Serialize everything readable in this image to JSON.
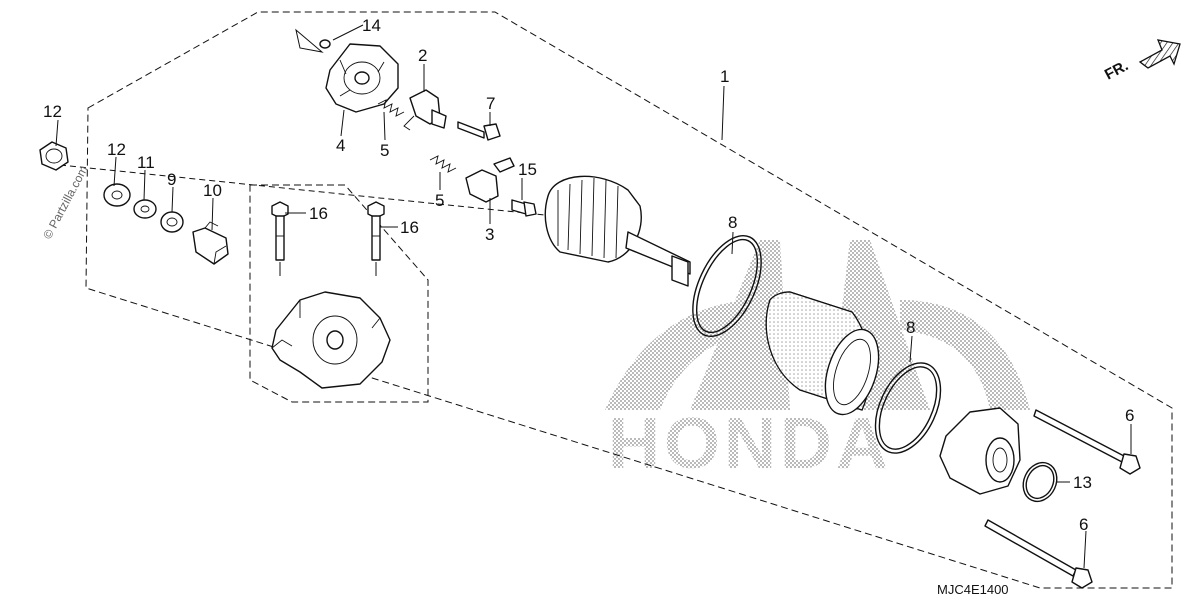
{
  "watermark": "© Partzilla.com",
  "diagram_code": "MJC4E1400",
  "direction_marker": "FR.",
  "brand_watermark": "HONDA",
  "callouts": [
    {
      "id": "c1",
      "label": "1"
    },
    {
      "id": "c2",
      "label": "2"
    },
    {
      "id": "c3",
      "label": "3"
    },
    {
      "id": "c4",
      "label": "4"
    },
    {
      "id": "c5a",
      "label": "5"
    },
    {
      "id": "c5b",
      "label": "5"
    },
    {
      "id": "c6a",
      "label": "6"
    },
    {
      "id": "c6b",
      "label": "6"
    },
    {
      "id": "c7",
      "label": "7"
    },
    {
      "id": "c8a",
      "label": "8"
    },
    {
      "id": "c8b",
      "label": "8"
    },
    {
      "id": "c9",
      "label": "9"
    },
    {
      "id": "c10",
      "label": "10"
    },
    {
      "id": "c11",
      "label": "11"
    },
    {
      "id": "c12a",
      "label": "12"
    },
    {
      "id": "c12b",
      "label": "12"
    },
    {
      "id": "c13",
      "label": "13"
    },
    {
      "id": "c14",
      "label": "14"
    },
    {
      "id": "c15",
      "label": "15"
    },
    {
      "id": "c16a",
      "label": "16"
    },
    {
      "id": "c16b",
      "label": "16"
    }
  ]
}
